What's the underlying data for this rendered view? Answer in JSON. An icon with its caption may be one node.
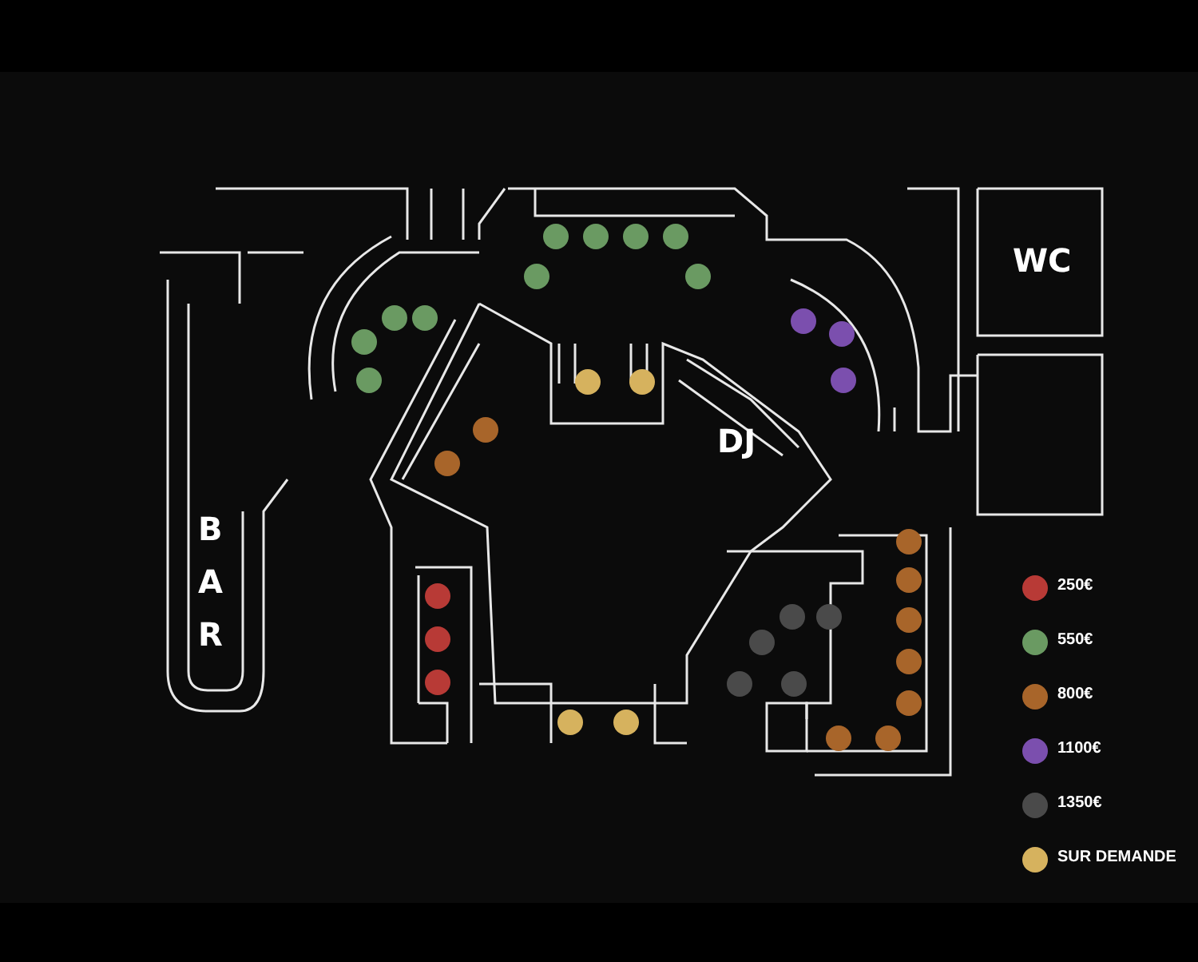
{
  "diagram": {
    "labels": [
      "WC",
      "BAR",
      "DJ"
    ],
    "legend": [
      {
        "text": "250€",
        "color": "#b83a36"
      },
      {
        "text": "550€",
        "color": "#6a9a62"
      },
      {
        "text": "800€",
        "color": "#a8652a"
      },
      {
        "text": "1100€",
        "color": "#7b4fae"
      },
      {
        "text": "1350€",
        "color": "#4a4a4a"
      },
      {
        "text": "SUR DEMANDE",
        "color": "#d6b25e"
      }
    ]
  }
}
